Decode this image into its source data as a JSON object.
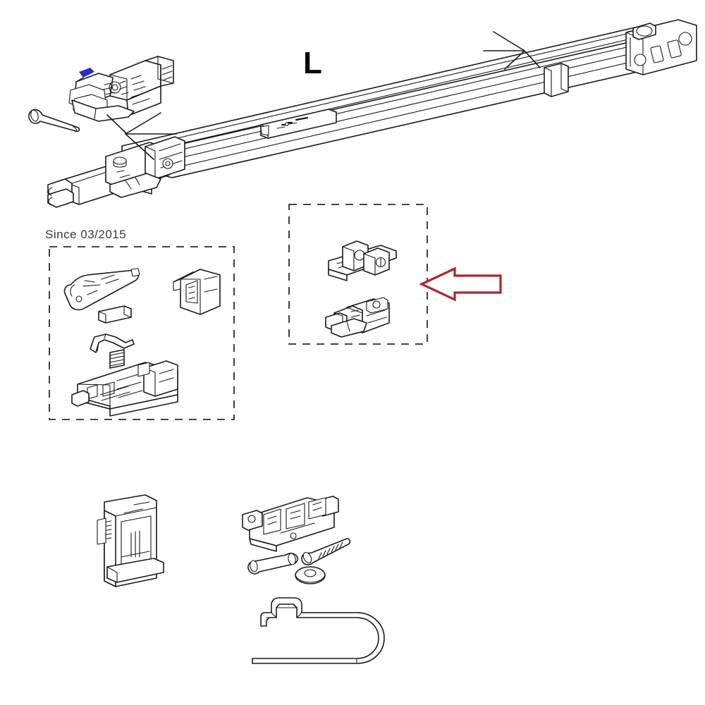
{
  "diagram": {
    "title_label": "L",
    "since_label": "Since 03/2015",
    "background_color": "#ffffff",
    "line_color": "#1a1a1a",
    "highlight_arrow_color": "#b5232c",
    "accent_blue": "#2222cc",
    "dashed_color": "#2b2b2b"
  },
  "main_assembly": {
    "name": "telescoping support arm",
    "side_marker": "L",
    "parts": [
      {
        "name": "knuckle-joint-exploded",
        "position": "top-left"
      },
      {
        "name": "clevis-pin",
        "position": "left"
      },
      {
        "name": "arm-lower-profile",
        "position": "center"
      },
      {
        "name": "arm-upper-profile",
        "position": "center"
      },
      {
        "name": "slider-block",
        "position": "center"
      },
      {
        "name": "end-mounting-plate",
        "position": "right"
      }
    ],
    "leader_arrows": [
      {
        "name": "leader-arrow-lower-left",
        "direction": "left"
      },
      {
        "name": "leader-arrow-upper-right",
        "direction": "right"
      }
    ]
  },
  "callout_boxes": [
    {
      "id": "since-box",
      "label": "Since 03/2015",
      "has_label": true,
      "parts": [
        {
          "name": "lever-handle"
        },
        {
          "name": "end-bracket"
        },
        {
          "name": "pin-block"
        },
        {
          "name": "curved-clip"
        },
        {
          "name": "coil-spring"
        },
        {
          "name": "housing-assembly"
        }
      ]
    },
    {
      "id": "highlight-box",
      "label": "",
      "has_label": false,
      "highlighted": true,
      "parts": [
        {
          "name": "double-lug-bracket"
        },
        {
          "name": "clamp-knuckle"
        }
      ]
    }
  ],
  "bottom_parts": [
    {
      "name": "wall-mount-bracket"
    },
    {
      "name": "mounting-base"
    },
    {
      "name": "pin"
    },
    {
      "name": "threaded-bolt"
    },
    {
      "name": "washer"
    },
    {
      "name": "wire-bail-hook"
    }
  ]
}
